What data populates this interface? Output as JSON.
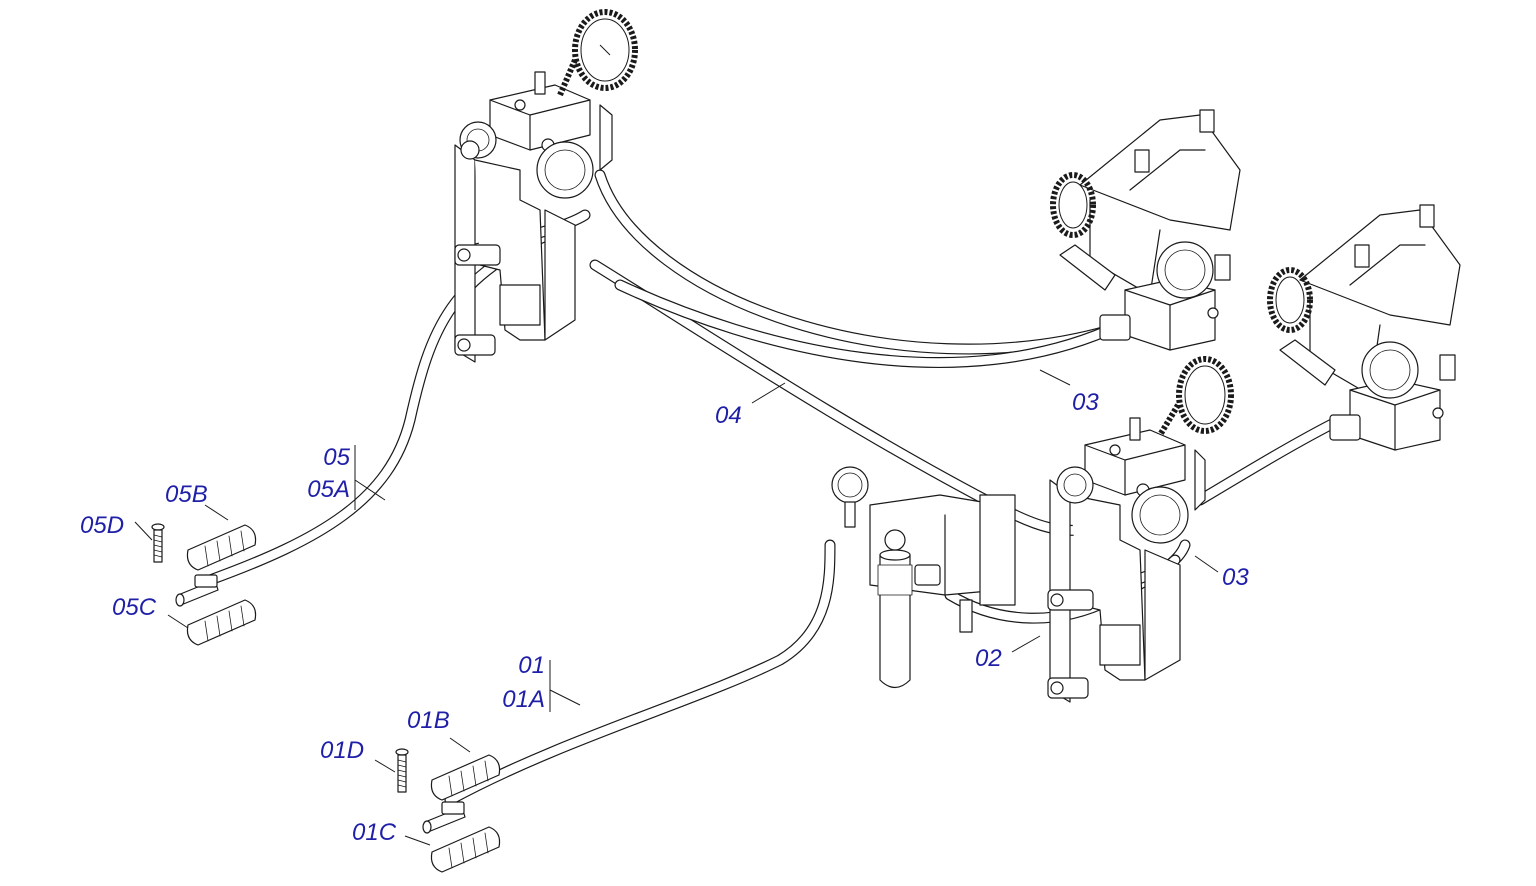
{
  "diagram": {
    "colors": {
      "line": "#1a1a1a",
      "callout": "#1f1fa8",
      "background": "#ffffff"
    },
    "callouts": {
      "c01": "01",
      "c01A": "01A",
      "c01B": "01B",
      "c01C": "01C",
      "c01D": "01D",
      "c02": "02",
      "c03a": "03",
      "c03b": "03",
      "c04": "04",
      "c05": "05",
      "c05A": "05A",
      "c05B": "05B",
      "c05C": "05C",
      "c05D": "05D"
    }
  }
}
